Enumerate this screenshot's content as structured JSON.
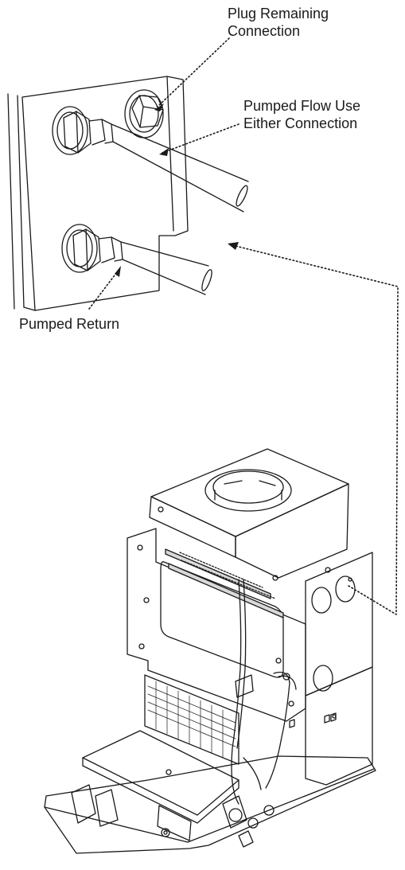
{
  "callouts": {
    "plug_remaining": {
      "line1": "Plug Remaining",
      "line2": "Connection"
    },
    "pumped_flow": {
      "line1": "Pumped Flow Use",
      "line2": "Either Connection"
    },
    "pumped_return": {
      "line1": "Pumped Return"
    }
  },
  "colors": {
    "line": "#1a1a1a",
    "paper": "#ffffff",
    "shade": "#d9d9d9"
  }
}
